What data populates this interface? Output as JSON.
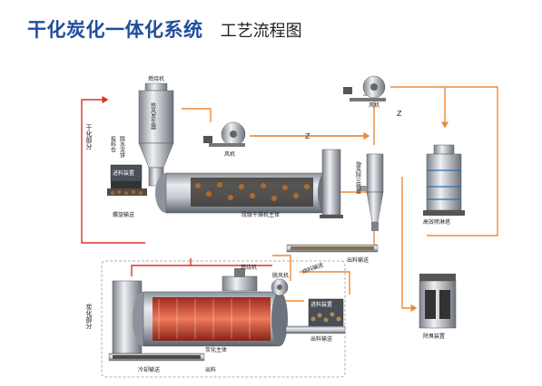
{
  "title": {
    "main": "干化炭化一体化系统",
    "sub": "工艺流程图"
  },
  "labels": {
    "burner_top": "燃烧机",
    "hot_air_gen": "热风发生器",
    "dewater_sludge": "脱水泥饼",
    "feed_bin": "投料仓",
    "feed_device_top": "进料装置",
    "screw_conveyor": "螺旋输送",
    "dryer_body": "段级干燥机主体",
    "fan_mid": "风机",
    "fan_right": "风机",
    "cyclone": "旋风除尘装置",
    "scrubber": "高效喷淋塔",
    "deodor": "除臭装置",
    "discharge_conveyor": "出料输送",
    "drying_section": "干化部分",
    "carbon_section": "炭化部分",
    "burner_bottom": "燃烧机",
    "induced_fan": "脱风机",
    "dry_material": "烘料输送",
    "feed_device_bottom": "进料装置",
    "discharge_conveyor2": "出料输送",
    "carbon_body": "炭化主体",
    "cooling_conveyor": "冷却输送",
    "discharge": "出料",
    "z_mark_1": "Z",
    "z_mark_2": "Z"
  },
  "colors": {
    "pipe_red": "#d9332a",
    "pipe_orange": "#ee8a37",
    "metal": "#b7bcc4",
    "metal_dark": "#6d737c",
    "title_blue": "#1f4e9c"
  }
}
